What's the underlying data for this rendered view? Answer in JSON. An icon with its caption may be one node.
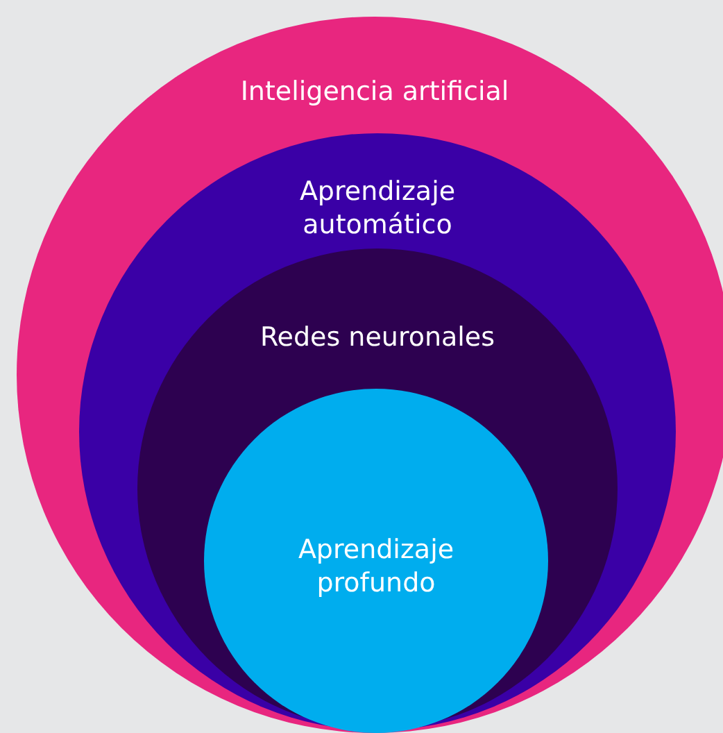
{
  "diagram": {
    "nodes": [
      {
        "text": [
          "Inteligencia artificial"
        ]
      },
      {
        "text": [
          "Aprendizaje automático"
        ],
        "in": 0
      },
      {
        "text": [
          "Redes neuronales"
        ],
        "in": 1
      },
      {
        "text": [
          "Aprendizaje profundo"
        ],
        "in": 2
      }
    ]
  }
}
